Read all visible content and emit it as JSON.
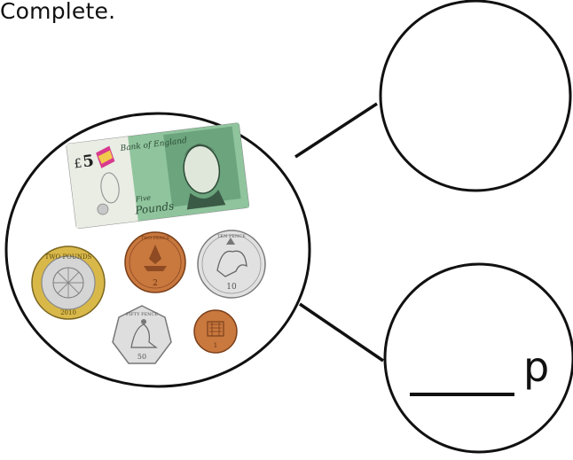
{
  "instruction": "Complete.",
  "note": {
    "symbol": "£",
    "value": "5",
    "bank_text": "Bank of England",
    "words_top": "Five",
    "words_bottom": "Pounds"
  },
  "coins": {
    "two_pounds": {
      "rim_text": "TWO POUNDS",
      "year": "2010"
    },
    "two_pence": {
      "value": "2",
      "rim_text": "TWO PENCE"
    },
    "ten_pence": {
      "value": "10",
      "rim_text": "TEN PENCE"
    },
    "fifty_pence": {
      "value": "50",
      "rim_text": "FIFTY PENCE"
    },
    "one_penny": {
      "value": "1"
    }
  },
  "answer": {
    "unit": "p"
  },
  "colors": {
    "line": "#111111",
    "note_green": "#7fb98e",
    "gold": "#d9b84a",
    "silver": "#dcdcdc",
    "copper": "#c9783e"
  }
}
